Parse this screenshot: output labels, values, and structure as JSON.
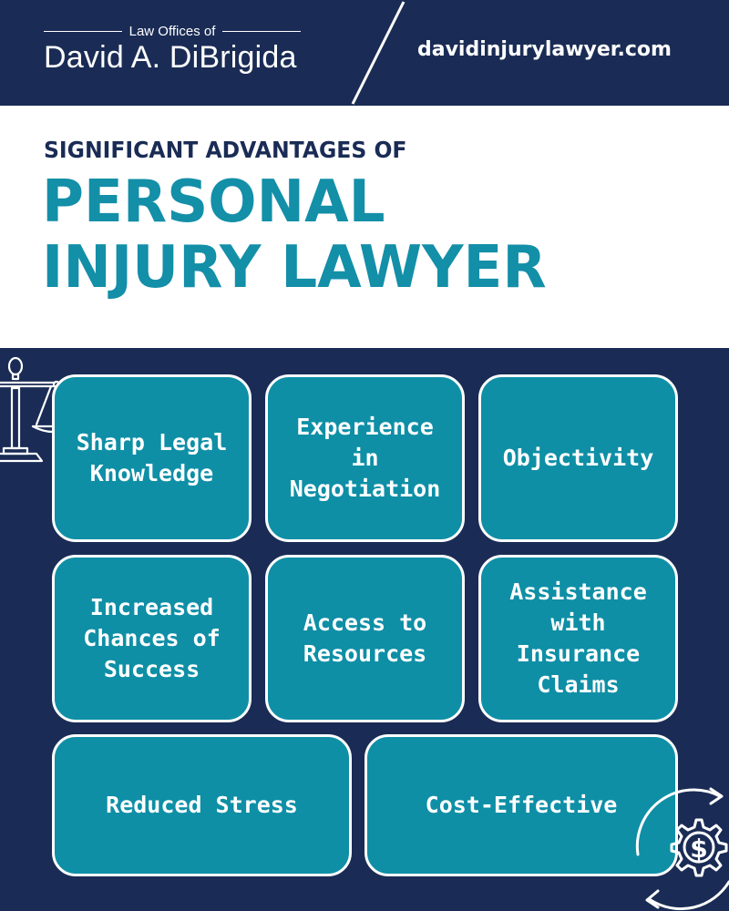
{
  "header": {
    "logo_line1": "Law Offices of",
    "logo_name": "David A. DiBrigida",
    "website": "davidinjurylawyer.com"
  },
  "title": {
    "subtitle": "SIGNIFICANT ADVANTAGES OF",
    "line1": "PERSONAL",
    "line2": "INJURY LAWYER"
  },
  "advantages": [
    {
      "label": "Sharp Legal Knowledge"
    },
    {
      "label": "Experience in Negotiation"
    },
    {
      "label": "Objectivity"
    },
    {
      "label": "Increased Chances of Success"
    },
    {
      "label": "Access to Resources"
    },
    {
      "label": "Assistance with Insurance Claims"
    },
    {
      "label": "Reduced Stress"
    },
    {
      "label": "Cost-Effective"
    }
  ],
  "icons": {
    "scales": "scales-of-justice-icon",
    "money_gear": "dollar-gear-cycle-icon",
    "money_symbol": "$"
  },
  "colors": {
    "navy": "#1a2c55",
    "teal": "#0e8fa6",
    "title_teal": "#138fa8",
    "white": "#ffffff"
  }
}
